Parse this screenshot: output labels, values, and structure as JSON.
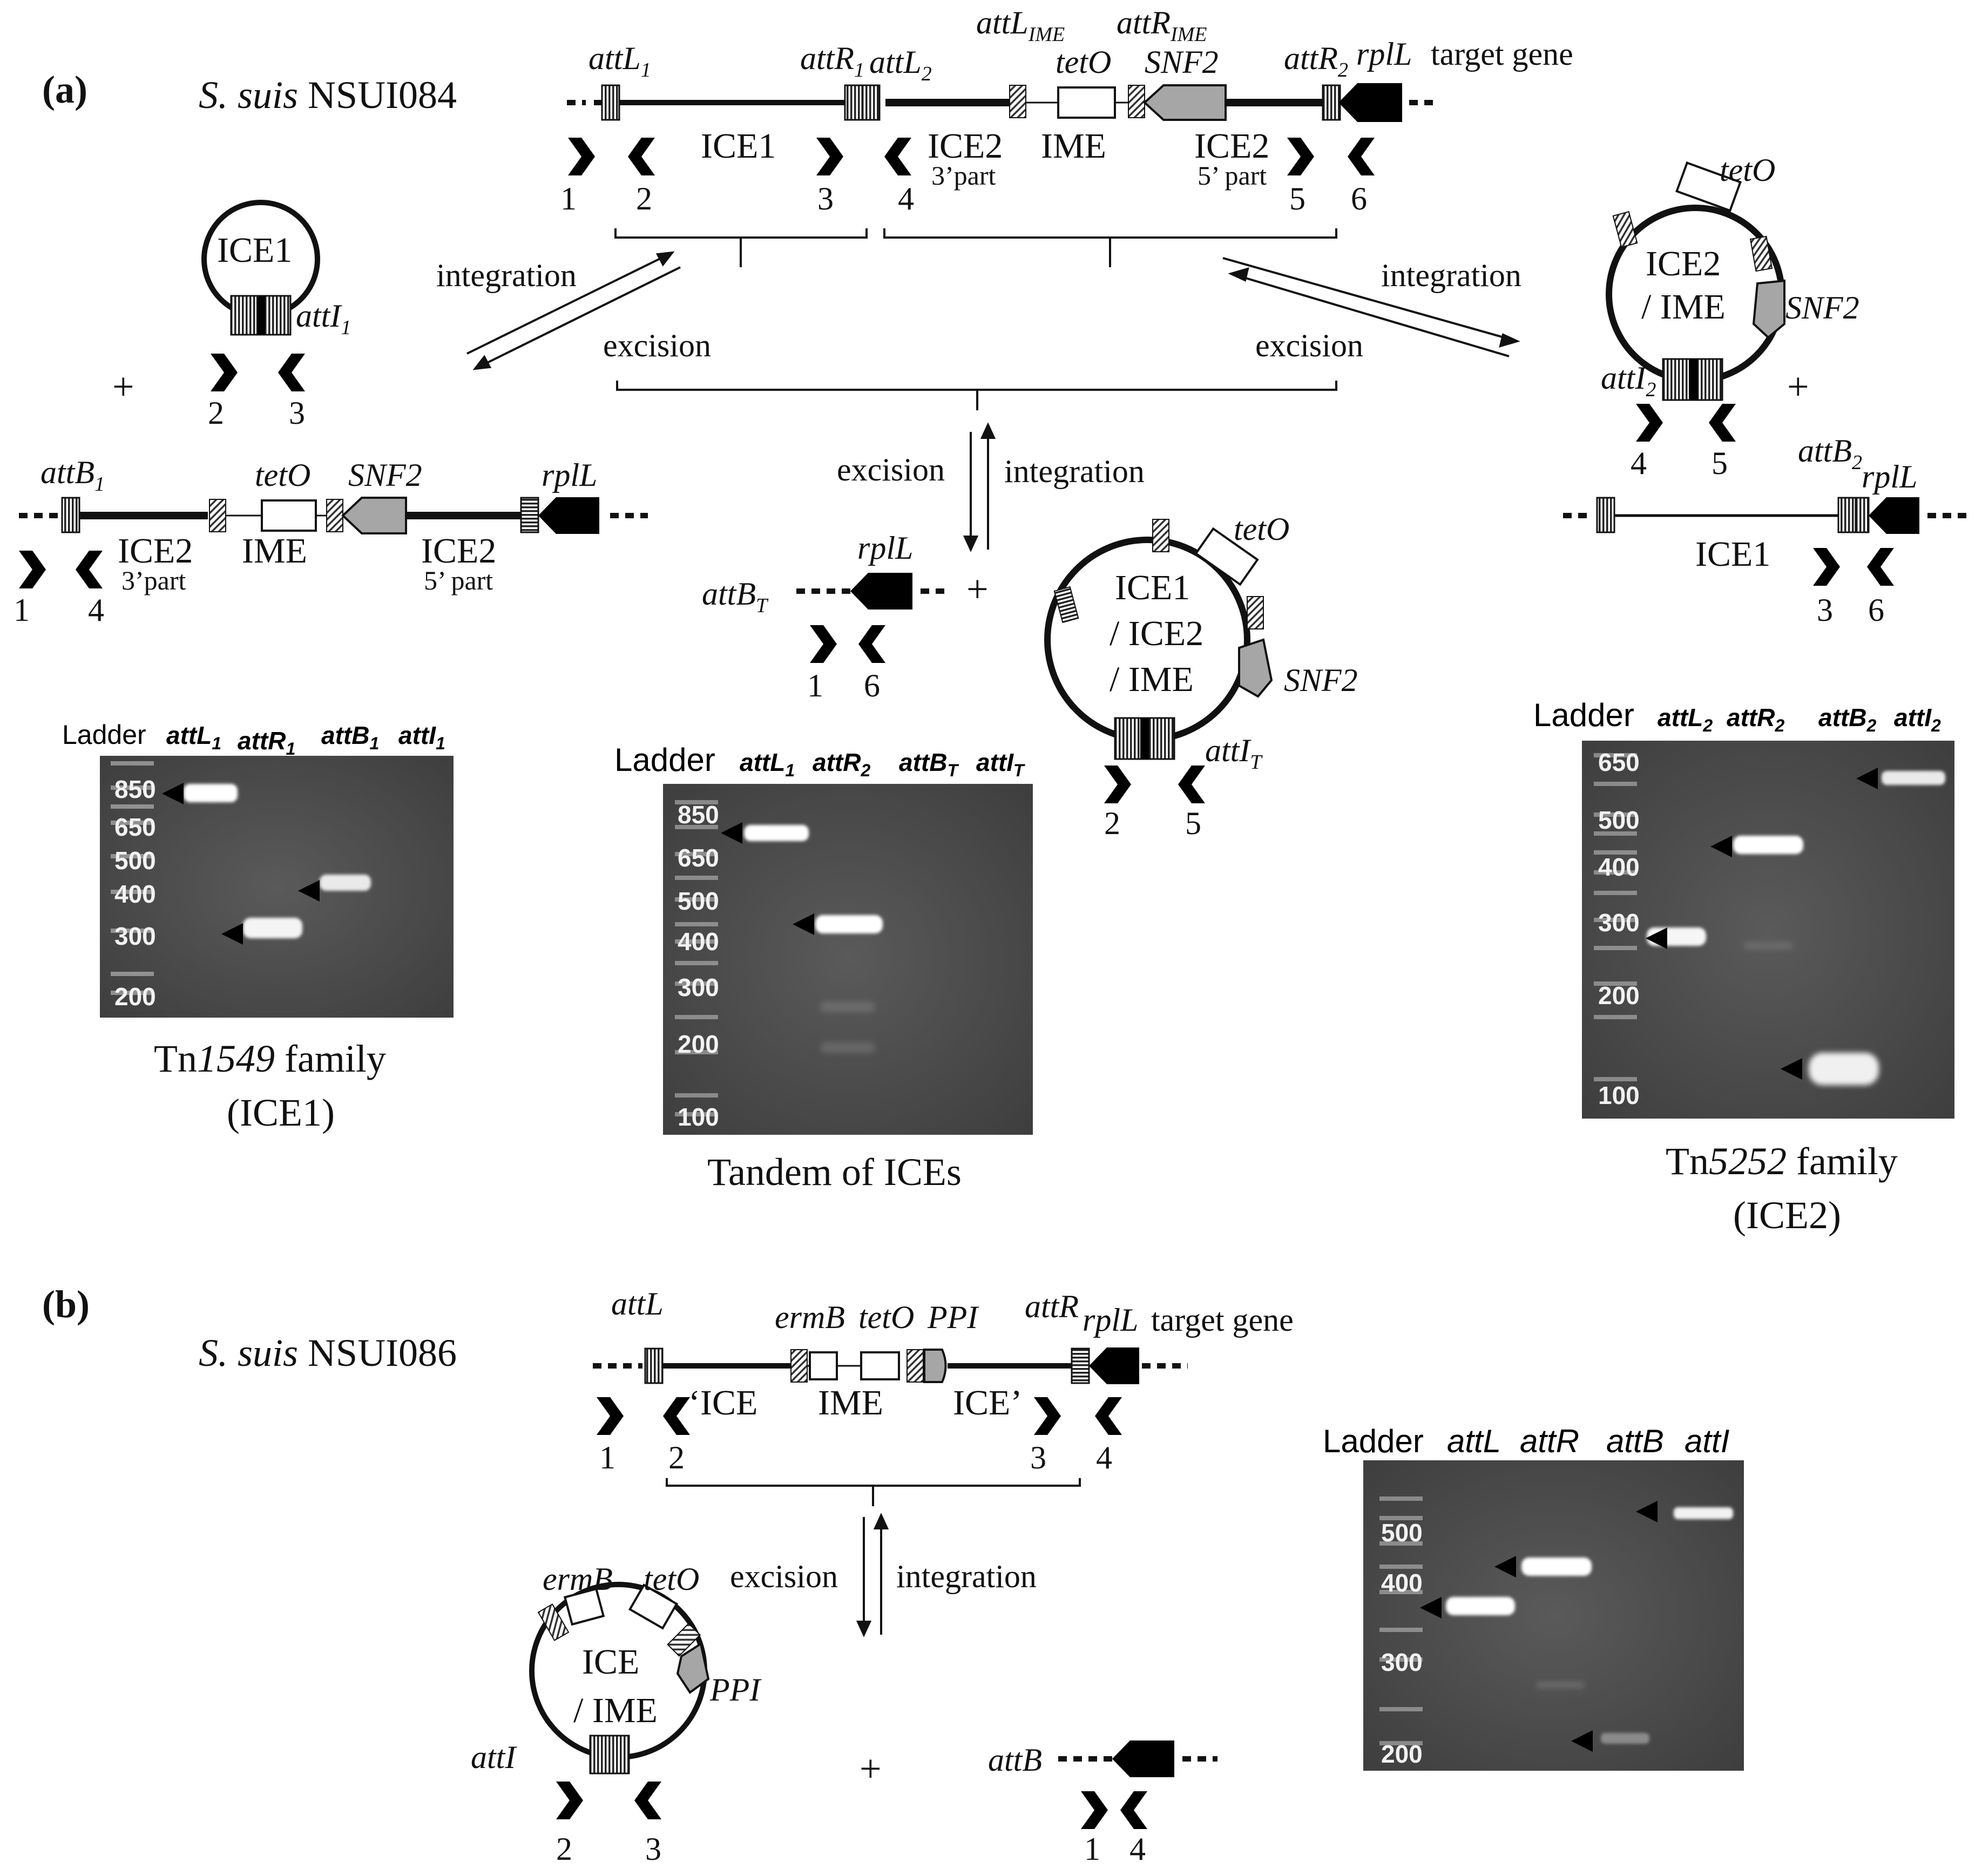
{
  "panel_a": {
    "label": "(a)",
    "strain_genus": "S. suis",
    "strain_id": "NSUI084",
    "top_map": {
      "sites": {
        "attL1": "attL",
        "attL1_sub": "1",
        "attR1": "attR",
        "attR1_sub": "1",
        "attL2": "attL",
        "attL2_sub": "2",
        "attL_ime": "attL",
        "attL_ime_sub": "IME",
        "attR_ime": "attR",
        "attR_ime_sub": "IME",
        "attR2": "attR",
        "attR2_sub": "2"
      },
      "genes": {
        "tetO": "tetO",
        "SNF2": "SNF2",
        "rplL": "rplL"
      },
      "target_text": "target gene",
      "ice1": "ICE1",
      "ice2_left": "ICE2",
      "ice2_left_part": "3’part",
      "ime": "IME",
      "ice2_right": "ICE2",
      "ice2_right_part": "5’ part",
      "primers": [
        "1",
        "2",
        "3",
        "4",
        "5",
        "6"
      ]
    },
    "left_circle": {
      "label": "ICE1",
      "site": "attI",
      "site_sub": "1",
      "primers": [
        "2",
        "3"
      ]
    },
    "left_chrom": {
      "site": "attB",
      "site_sub": "1",
      "tetO": "tetO",
      "SNF2": "SNF2",
      "rplL": "rplL",
      "ice2_left": "ICE2",
      "ice2_left_part": "3’part",
      "ime": "IME",
      "ice2_right": "ICE2",
      "ice2_right_part": "5’ part",
      "primers": [
        "1",
        "4"
      ]
    },
    "right_circle": {
      "line1": "ICE2",
      "line2": "/ IME",
      "tetO": "tetO",
      "SNF2": "SNF2",
      "site": "attI",
      "site_sub": "2",
      "primers": [
        "4",
        "5"
      ]
    },
    "right_chrom": {
      "site": "attB",
      "site_sub": "2",
      "rplL": "rplL",
      "ice1": "ICE1",
      "primers": [
        "3",
        "6"
      ]
    },
    "center_chrom": {
      "site": "attB",
      "site_sub": "T",
      "rplL": "rplL",
      "primers": [
        "1",
        "6"
      ]
    },
    "center_circle": {
      "line1": "ICE1",
      "line2": "/ ICE2",
      "line3": "/ IME",
      "tetO": "tetO",
      "SNF2": "SNF2",
      "site": "attI",
      "site_sub": "T",
      "primers": [
        "2",
        "5"
      ]
    },
    "arrows": {
      "integration": "integration",
      "excision": "excision"
    },
    "plus": "+",
    "gels": [
      {
        "ladder_label": "Ladder",
        "lanes": [
          {
            "t": "attL",
            "s": "1"
          },
          {
            "t": "attR",
            "s": "1"
          },
          {
            "t": "attB",
            "s": "1"
          },
          {
            "t": "attI",
            "s": "1"
          }
        ],
        "ladder_sizes": [
          "850",
          "650",
          "500",
          "400",
          "300",
          "200"
        ],
        "caption1_a": "Tn",
        "caption1_b": "1549",
        "caption1_c": " family",
        "caption2": "(ICE1)"
      },
      {
        "ladder_label": "Ladder",
        "lanes": [
          {
            "t": "attL",
            "s": "1"
          },
          {
            "t": "attR",
            "s": "2"
          },
          {
            "t": "attB",
            "s": "T"
          },
          {
            "t": "attI",
            "s": "T"
          }
        ],
        "ladder_sizes": [
          "850",
          "650",
          "500",
          "400",
          "300",
          "200",
          "100"
        ],
        "caption1": "Tandem of ICEs"
      },
      {
        "ladder_label": "Ladder",
        "lanes": [
          {
            "t": "attL",
            "s": "2"
          },
          {
            "t": "attR",
            "s": "2"
          },
          {
            "t": "attB",
            "s": "2"
          },
          {
            "t": "attI",
            "s": "2"
          }
        ],
        "ladder_sizes": [
          "650",
          "500",
          "400",
          "300",
          "200",
          "100"
        ],
        "caption1_a": "Tn",
        "caption1_b": "5252",
        "caption1_c": " family",
        "caption2": "(ICE2)"
      }
    ]
  },
  "panel_b": {
    "label": "(b)",
    "strain_genus": "S. suis",
    "strain_id": "NSUI086",
    "top_map": {
      "attL": "attL",
      "attR": "attR",
      "ermB": "ermB",
      "tetO": "tetO",
      "PPI": "PPI",
      "rplL": "rplL",
      "target_text": "target gene",
      "ice_left": "‘ICE",
      "ime": "IME",
      "ice_right": "ICE’",
      "primers": [
        "1",
        "2",
        "3",
        "4"
      ]
    },
    "circle": {
      "line1": "ICE",
      "line2": "/ IME",
      "ermB": "ermB",
      "tetO": "tetO",
      "PPI": "PPI",
      "site": "attI",
      "primers": [
        "2",
        "3"
      ]
    },
    "chrom": {
      "site": "attB",
      "primers": [
        "1",
        "4"
      ]
    },
    "arrows": {
      "excision": "excision",
      "integration": "integration"
    },
    "plus": "+",
    "gel": {
      "ladder_label": "Ladder",
      "lanes": [
        "attL",
        "attR",
        "attB",
        "attI"
      ],
      "ladder_sizes": [
        "500",
        "400",
        "300",
        "200"
      ]
    }
  }
}
